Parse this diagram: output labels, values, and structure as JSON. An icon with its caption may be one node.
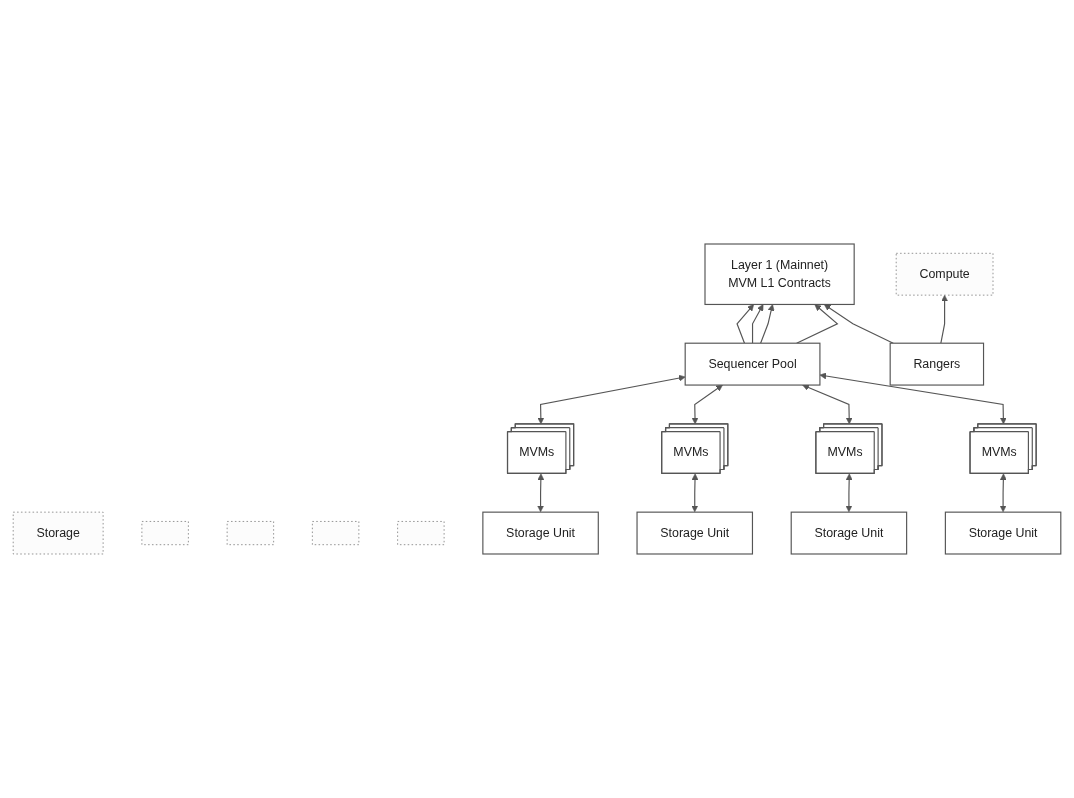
{
  "diagram": {
    "nodes": [
      {
        "text": [
          "Layer 1 (Mainnet)",
          "MVM L1 Contracts"
        ]
      },
      {
        "text": [
          "Sequencer Pool"
        ]
      },
      {
        "text": [
          "Rangers"
        ]
      },
      {
        "text": [
          "Compute"
        ]
      },
      {
        "text": [
          "Storage"
        ]
      },
      {
        "text": [],
        "shape": "box"
      },
      {
        "text": [],
        "shape": "box"
      },
      {
        "text": [],
        "shape": "box"
      },
      {
        "text": [],
        "shape": "box"
      },
      {
        "text": [
          "MVMs"
        ]
      },
      {
        "text": [
          "MVMs"
        ]
      },
      {
        "text": [
          "MVMs"
        ]
      },
      {
        "text": [
          "MVMs"
        ]
      },
      {
        "text": [
          "Storage Unit"
        ]
      },
      {
        "text": [
          "Storage Unit"
        ]
      },
      {
        "text": [
          "Storage Unit"
        ]
      },
      {
        "text": [
          "Storage Unit"
        ]
      }
    ],
    "edges": [
      {
        "from": 1,
        "to": 0,
        "arrow": "to"
      },
      {
        "from": 1,
        "to": 0,
        "arrow": "to"
      },
      {
        "from": 1,
        "to": 0,
        "arrow": "to"
      },
      {
        "from": 1,
        "to": 0,
        "arrow": "to"
      },
      {
        "from": 2,
        "to": 0,
        "arrow": "to"
      },
      {
        "from": 9,
        "to": 1,
        "arrow": "both"
      },
      {
        "from": 10,
        "to": 1,
        "arrow": "both"
      },
      {
        "from": 11,
        "to": 1,
        "arrow": "both"
      },
      {
        "from": 12,
        "to": 1,
        "arrow": "both"
      },
      {
        "from": 2,
        "to": 3,
        "arrow": "to"
      },
      {
        "from": 13,
        "to": 9,
        "arrow": "both"
      },
      {
        "from": 14,
        "to": 10,
        "arrow": "both"
      },
      {
        "from": 15,
        "to": 11,
        "arrow": "both"
      },
      {
        "from": 16,
        "to": 12,
        "arrow": "both"
      }
    ]
  }
}
